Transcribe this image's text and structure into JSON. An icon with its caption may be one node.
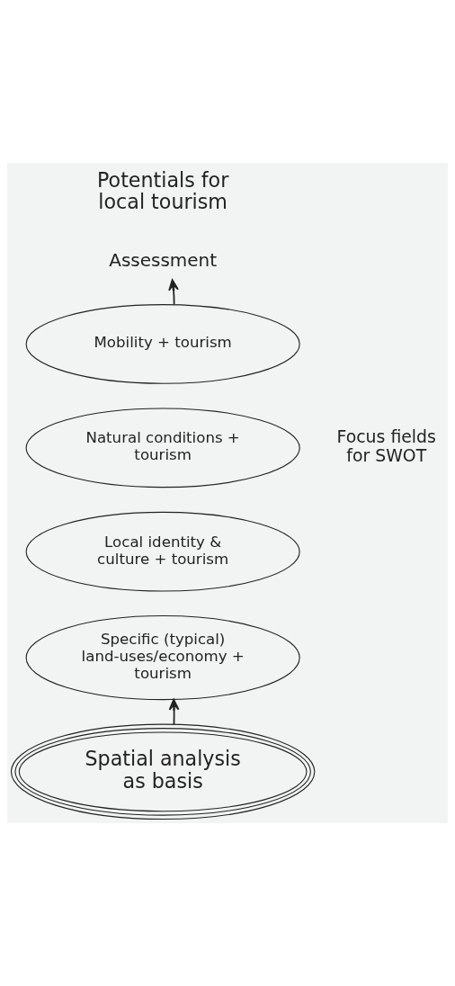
{
  "diagram": {
    "nodes": [
      {
        "text": [
          "Potentials for local tourism"
        ]
      },
      {
        "text": [
          "Assessment"
        ]
      },
      {
        "text": [
          "Mobility + tourism"
        ]
      },
      {
        "text": [
          "Natural conditions + tourism"
        ]
      },
      {
        "text": [
          "Local identity & culture + tourism"
        ]
      },
      {
        "text": [
          "Specific (typical) land-uses/economy + tourism"
        ]
      },
      {
        "text": [
          "Spatial analysis as basis"
        ]
      }
    ],
    "edges": [
      {
        "from": 6,
        "to": 5,
        "arrow": "to"
      },
      {
        "from": 2,
        "to": 1,
        "arrow": "to"
      }
    ],
    "labels": [
      "Focus fields for SWOT"
    ]
  }
}
